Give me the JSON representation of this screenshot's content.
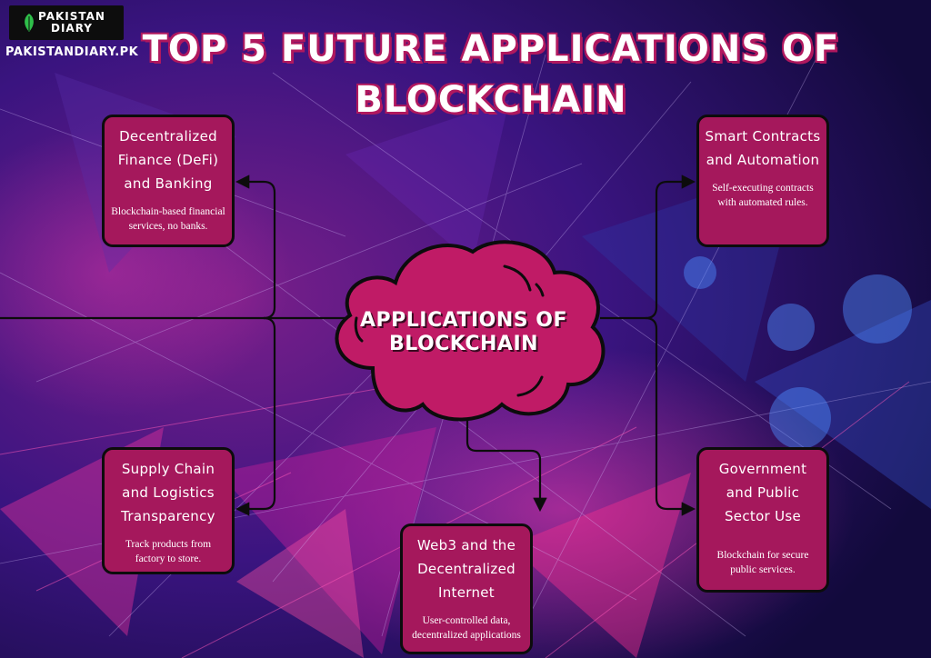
{
  "logo": {
    "line1": "PAKISTAN",
    "line2": "DIARY"
  },
  "site": {
    "url": "PAKISTANDIARY.PK"
  },
  "title": "TOP 5 FUTURE APPLICATIONS OF BLOCKCHAIN",
  "center": {
    "label": "APPLICATIONS OF BLOCKCHAIN"
  },
  "cards": [
    {
      "id": "defi",
      "title": "Decentralized Finance (DeFi) and Banking",
      "desc": "Blockchain-based financial services, no banks."
    },
    {
      "id": "smart",
      "title": "Smart Contracts and Automation",
      "desc": "Self-executing contracts with automated rules."
    },
    {
      "id": "supply",
      "title": "Supply Chain and Logistics Transparency",
      "desc": "Track products from factory to store."
    },
    {
      "id": "web3",
      "title": "Web3 and the Decentralized Internet",
      "desc": "User-controlled data, decentralized applications"
    },
    {
      "id": "gov",
      "title": "Government and Public Sector Use",
      "desc": "Blockchain for secure public services."
    }
  ],
  "colors": {
    "card_fill": "#a5185c",
    "card_border": "#0c0c0c",
    "cloud_fill": "#c01b66",
    "connector": "#0c0c0c",
    "background": "#1a0d4a"
  }
}
